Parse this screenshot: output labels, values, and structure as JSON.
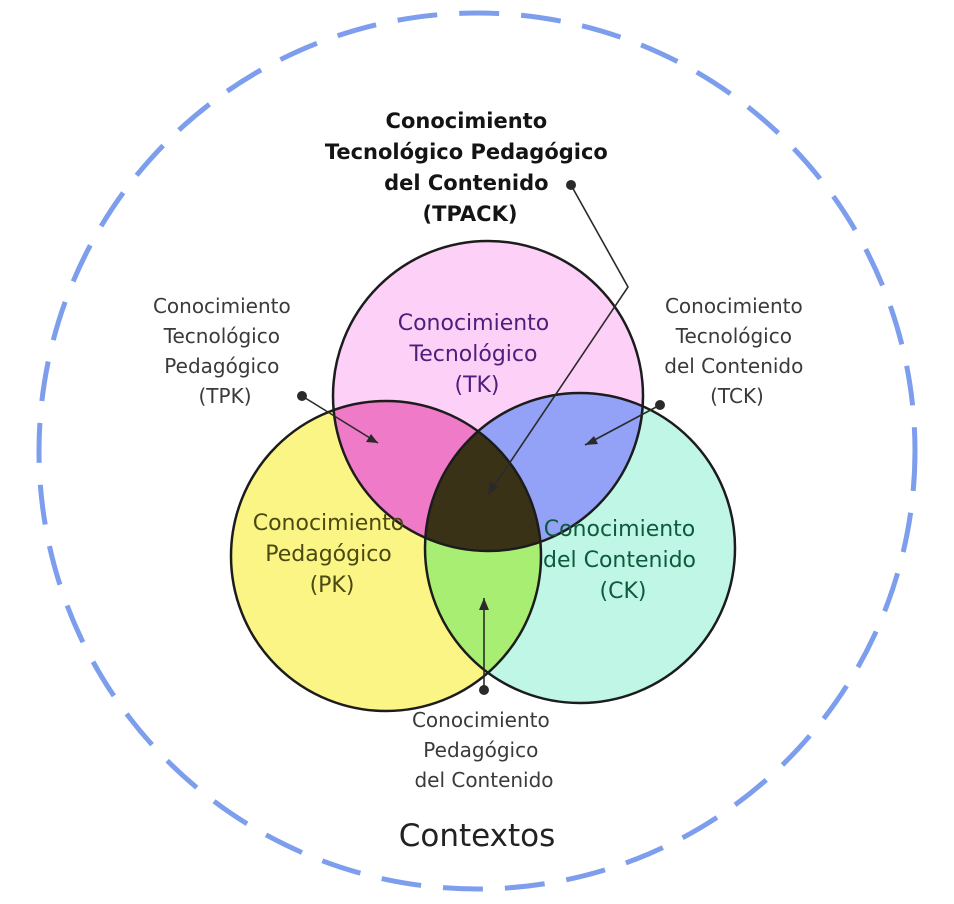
{
  "diagram": {
    "tpack": {
      "lines": [
        "Conocimiento",
        "Tecnológico Pedagógico",
        "del Contenido",
        "(TPACK)"
      ]
    },
    "tpk": {
      "lines": [
        "Conocimiento",
        "Tecnológico",
        "Pedagógico",
        "(TPK)"
      ]
    },
    "tck": {
      "lines": [
        "Conocimiento",
        "Tecnológico",
        "del Contenido",
        "(TCK)"
      ]
    },
    "pck": {
      "lines": [
        "Conocimiento",
        "Pedagógico",
        "del Contenido"
      ]
    },
    "tk": {
      "lines": [
        "Conocimiento",
        "Tecnológico",
        "(TK)"
      ]
    },
    "pk": {
      "lines": [
        "Conocimiento",
        "Pedagógico",
        "(PK)"
      ]
    },
    "ck": {
      "lines": [
        "Conocimiento",
        "del Contenido",
        "(CK)"
      ]
    },
    "context_label": "Contextos",
    "colors": {
      "tk": "#fdd0f8",
      "pk": "#fbf585",
      "ck": "#bff6e6",
      "tpk": "#ef7ac8",
      "tck": "#93a2f6",
      "pck": "#a8ee72",
      "tpack": "#3a3217",
      "dashed_border": "#7d9ded",
      "outline": "#1c1c1c"
    }
  }
}
